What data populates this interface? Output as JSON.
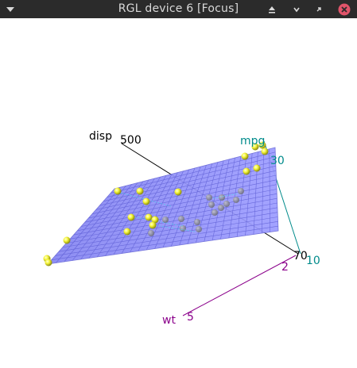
{
  "window": {
    "title": "RGL device 6 [Focus]",
    "controls": [
      "menu-icon",
      "shade-icon",
      "minimize-icon",
      "restore-icon",
      "close-icon"
    ]
  },
  "colors": {
    "titlebar": "#2b2b2b",
    "close": "#e0546a",
    "plane": "#8c8cff",
    "grid": "#5a5ad0",
    "point": "#ffff55",
    "disp_axis": "#000000",
    "mpg_axis": "#008b8b",
    "wt_axis": "#8b008b"
  },
  "plot": {
    "disp_label": "disp",
    "disp_tick_500": "500",
    "disp_tick_70": "70",
    "mpg_label": "mpg",
    "mpg_tick_30": "30",
    "mpg_tick_10": "10",
    "wt_label": "wt",
    "wt_tick_2": "2",
    "wt_tick_5": "5"
  }
}
